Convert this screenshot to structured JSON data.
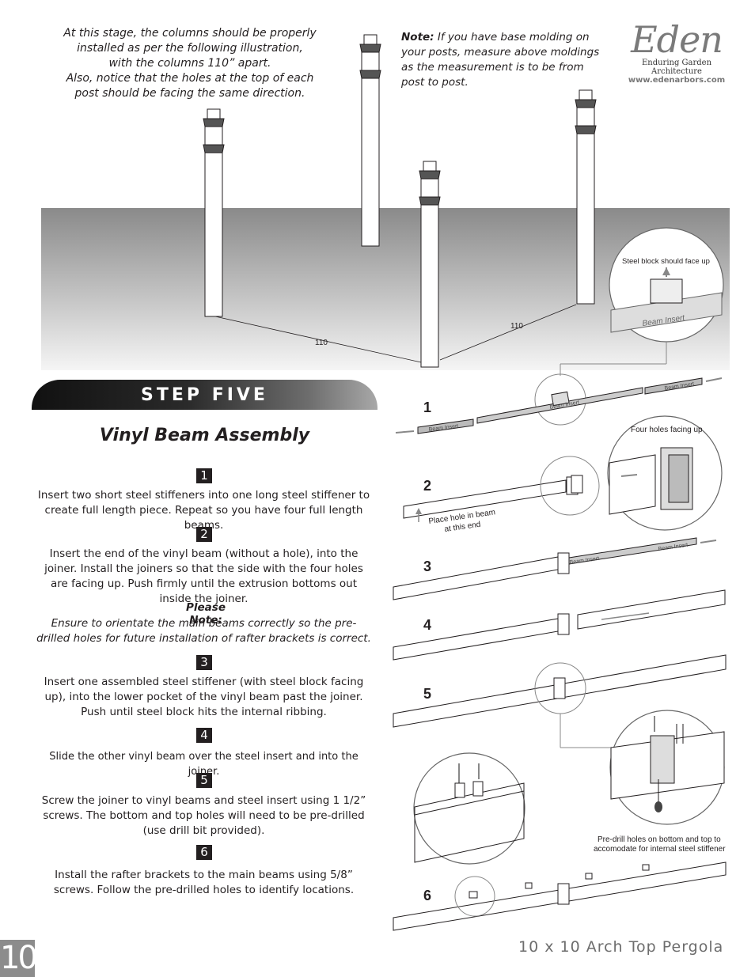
{
  "intro_note": [
    "At this stage, the columns should be properly",
    "installed as per the following illustration,",
    "with the columns 110” apart.",
    "Also, notice that the holes at the top of each",
    "post should be facing the same direction."
  ],
  "molding_note": {
    "label": "Note:",
    "text": "If you have base molding on your posts, measure above moldings as the measurement is to be from post to post."
  },
  "logo": {
    "name": "Eden",
    "tagline": "Enduring Garden Architecture",
    "url": "www.edenarbors.com"
  },
  "diagram": {
    "distance_1": "110",
    "distance_2": "110",
    "callout_steel": "Steel block should face up",
    "callout_beam": "Beam Insert",
    "callout_holes": "Four holes facing up",
    "hole_note_1": "Place hole in beam",
    "hole_note_2": "at this end",
    "predrill_1": "Pre-drill holes on bottom and top to",
    "predrill_2": "accomodate for internal steel stiffener",
    "beam_insert": "Beam Insert",
    "steps": [
      "1",
      "2",
      "3",
      "4",
      "5",
      "6"
    ]
  },
  "section": {
    "banner": "STEP FIVE",
    "title": "Vinyl Beam Assembly"
  },
  "instructions": [
    {
      "num": "1",
      "text": "Insert two short steel stiffeners into one long steel stiffener to create full length piece.  Repeat so you have four full length beams."
    },
    {
      "num": "2",
      "text": "Insert the end of the vinyl beam (without a hole), into the joiner. Install the joiners so that the side with the four holes are facing up. Push firmly until the extrusion bottoms out inside the joiner."
    },
    {
      "num": "3",
      "text": "Insert one assembled steel stiffener (with steel block facing up), into the lower pocket of the vinyl  beam past the joiner.  Push until steel block hits the internal ribbing."
    },
    {
      "num": "4",
      "text": "Slide the other vinyl beam over the steel insert and into the joiner."
    },
    {
      "num": "5",
      "text": "Screw the joiner to vinyl beams and steel insert using 1 1/2” screws.  The bottom and top holes will need to be pre-drilled (use drill bit provided)."
    },
    {
      "num": "6",
      "text": "Install the rafter brackets to the main beams using 5/8” screws.  Follow the pre-drilled holes to identify locations."
    }
  ],
  "please_note": {
    "label": "Please Note:",
    "text": "Ensure to orientate the main beams correctly so the pre-drilled holes for future installation of rafter brackets is correct."
  },
  "footer": {
    "page_number": "10",
    "title": "10 x 10 Arch Top Pergola"
  }
}
